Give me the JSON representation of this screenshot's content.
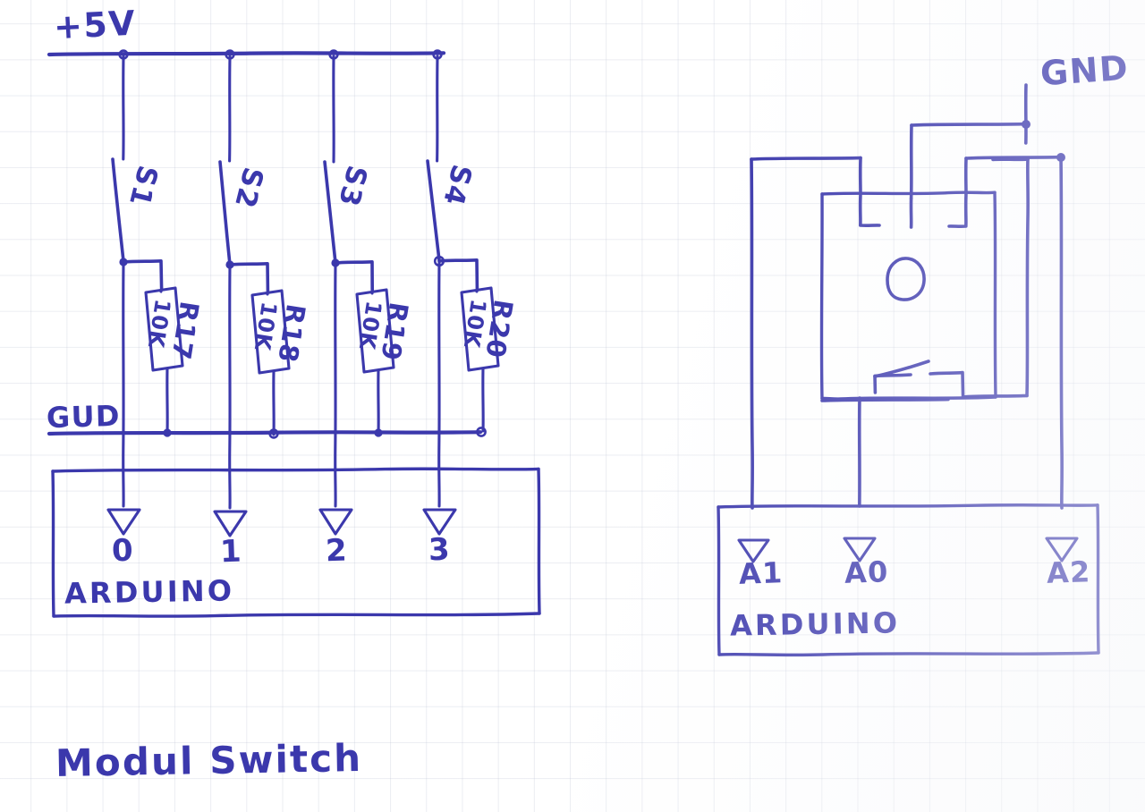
{
  "title": "Modul Switch",
  "ink_color": "#3b38ac",
  "paper_color": "#ffffff",
  "grid_color": "#bec4d4",
  "left_circuit": {
    "rail_top_label": "+5V",
    "rail_bottom_label": "GUD",
    "switches": [
      {
        "label": "S1"
      },
      {
        "label": "S2"
      },
      {
        "label": "S3"
      },
      {
        "label": "S4"
      }
    ],
    "resistors": [
      {
        "value": "10K",
        "designator": "R17"
      },
      {
        "value": "10K",
        "designator": "R18"
      },
      {
        "value": "10K",
        "designator": "R19"
      },
      {
        "value": "10K",
        "designator": "R20"
      }
    ],
    "board": {
      "name": "ARDUINO",
      "pins": [
        "0",
        "1",
        "2",
        "3"
      ]
    }
  },
  "right_circuit": {
    "ground_label": "GND",
    "module": {
      "name": "module-switch-body",
      "hole": "mounting-hole"
    },
    "board": {
      "name": "ARDUINO",
      "pins": [
        "A1",
        "A0",
        "A2"
      ]
    }
  }
}
